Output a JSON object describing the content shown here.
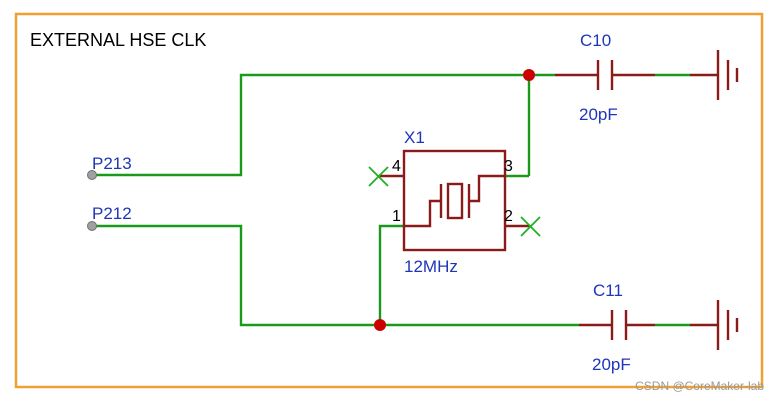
{
  "sheet": {
    "title": "EXTERNAL HSE CLK",
    "border_color": "#f0a030"
  },
  "colors": {
    "wire": "#1a9a1a",
    "component": "#8b1a1a",
    "label": "#1f36b8",
    "junction": "#cc0000"
  },
  "nets": {
    "p213": "P213",
    "p212": "P212"
  },
  "crystal": {
    "designator": "X1",
    "value": "12MHz",
    "pins": [
      "1",
      "2",
      "3",
      "4"
    ]
  },
  "capacitors": [
    {
      "designator": "C10",
      "value": "20pF"
    },
    {
      "designator": "C11",
      "value": "20pF"
    }
  ],
  "watermark": "CSDN @CoreMaker-lab"
}
